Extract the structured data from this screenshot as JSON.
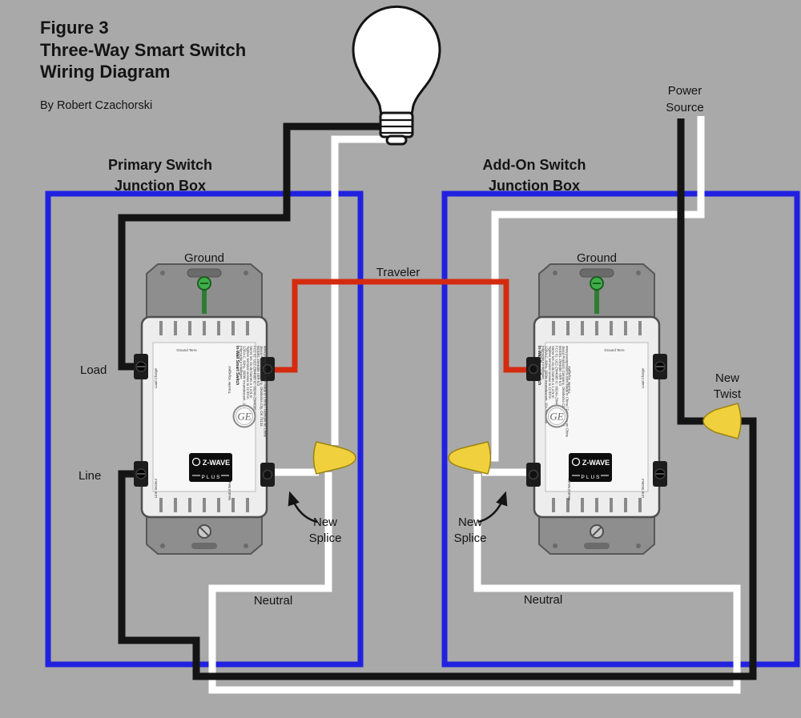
{
  "figure": {
    "title_line1": "Figure 3",
    "title_line2": "Three-Way Smart Switch",
    "title_line3": "Wiring Diagram",
    "byline": "By Robert Czachorski"
  },
  "boxes": {
    "primary": {
      "title_line1": "Primary Switch",
      "title_line2": "Junction Box"
    },
    "addon": {
      "title_line1": "Add-On Switch",
      "title_line2": "Junction Box"
    }
  },
  "labels": {
    "power_line1": "Power",
    "power_line2": "Source",
    "ground": "Ground",
    "load": "Load",
    "line": "Line",
    "traveler": "Traveler",
    "neutral": "Neutral",
    "new_twist_line1": "New",
    "new_twist_line2": "Twist",
    "new_splice_line1": "New",
    "new_splice_line2": "Splice"
  },
  "device": {
    "brand": "GE",
    "badge_line1": "Z-WAVE",
    "badge_line2": "PLUS",
    "label_lines": [
      "In-Wall Smart Switch",
      "Interrupteur intelligent",
      "120VAC, 60Hz, 600W Incandescent, 15A Resistive",
      "Tighten terminal screws to 12 lbf-in",
      "Serrer les vis de bornes a 1,4 N-m",
      "FCC ID: U2Z-ZW4005   IC: 6924A-ZW4005",
      "MODEL ZW4005    VER 5.0",
      "Jasco Products Company, Oklahoma City, OK 73134",
      "www.jascoproducts.com    Made in China / Fabrique en Chine"
    ],
    "terminal_ground": "Ground Terre",
    "terminal_load": "Load Charge",
    "terminal_line": "Line Secteur",
    "terminal_traveler": "Traveler Voyageur",
    "terminal_neutral": "Neutral Neutre"
  },
  "colors": {
    "background": "#a9a9a9",
    "junction_box": "#2121df",
    "wire_black": "#141414",
    "wire_white": "#ffffff",
    "wire_red": "#d42b10",
    "wire_nut": "#f0d03c",
    "ground_screw": "#3fae49"
  }
}
